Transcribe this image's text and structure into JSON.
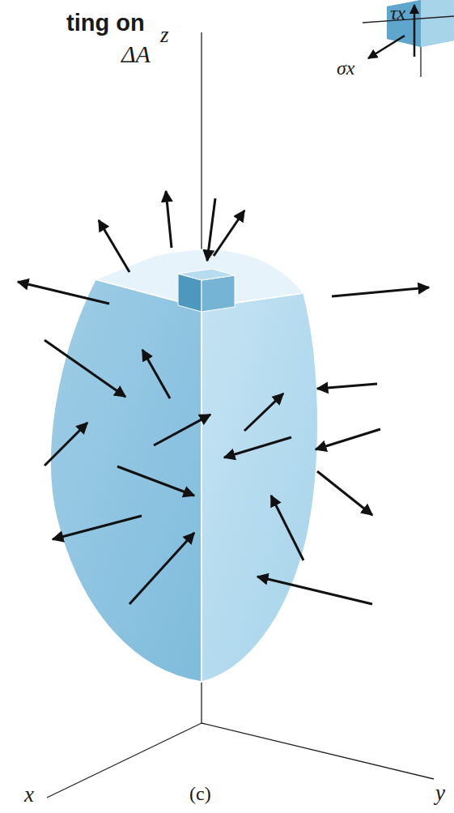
{
  "diagram": {
    "labels": [
      "ting on",
      "ΔA",
      "z",
      "τx",
      "σx",
      "x",
      "y",
      "(c)"
    ]
  }
}
